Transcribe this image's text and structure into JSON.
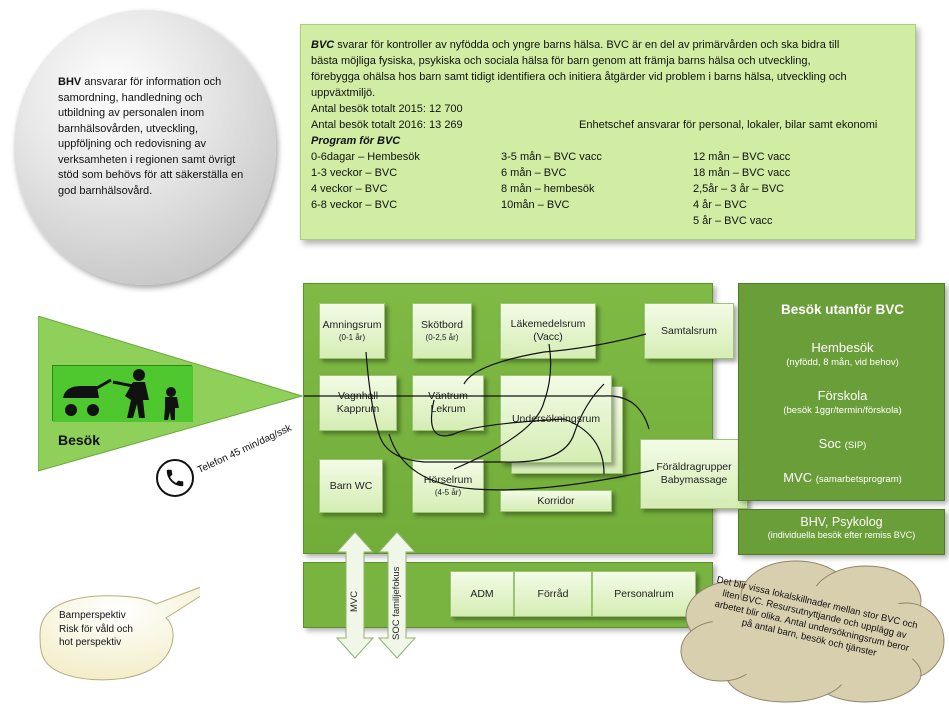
{
  "bhv": {
    "strong": "BHV",
    "text": " ansvarar för information och samordning, handledning och utbildning av personalen inom barnhälsovården, utveckling, uppföljning och redovisning av verksamheten i regionen samt övrigt stöd som behövs för att säkerställa en god barnhälsovård."
  },
  "bvc": {
    "strong": "BVC",
    "line1": " svarar för kontroller av nyfödda och yngre barns hälsa. BVC är en del av primärvården och ska bidra till",
    "line2": "bästa möjliga fysiska, psykiska och sociala hälsa för barn genom att främja barns hälsa och utveckling,",
    "line3": "förebygga ohälsa hos barn samt tidigt identifiera och initiera åtgärder vid problem i barns hälsa, utveckling och",
    "line4": "uppväxtmiljö.",
    "visits_2015": "Antal besök totalt 2015: 12 700",
    "visits_2016": "Antal besök totalt 2016: 13 269",
    "enhetschef": "Enhetschef ansvarar för personal, lokaler, bilar samt ekonomi",
    "program_title": "Program för  BVC",
    "program_col1": [
      "0-6dagar – Hembesök",
      "1-3 veckor – BVC",
      "4 veckor – BVC",
      "6-8 veckor – BVC"
    ],
    "program_col2": [
      "3-5 mån – BVC vacc",
      "6 mån – BVC",
      "8 mån – hembesök",
      "10mån – BVC"
    ],
    "program_col3": [
      "12 mån – BVC vacc",
      "18 mån – BVC vacc",
      "2,5år – 3 år – BVC",
      "4 år – BVC",
      "5 år – BVC vacc"
    ]
  },
  "besok_label": "Besök",
  "telefon": "Telefon 45 min/dag/ssk",
  "rooms": {
    "amningsrum": "Amningsrum",
    "amningsrum_sub": "(0-1 år)",
    "skotbord": "Skötbord",
    "skotbord_sub": "(0-2,5 år)",
    "lakemedelsrum": "Läkemedelsrum",
    "lakemedelsrum_sub": "(Vacc)",
    "samtalsrum": "Samtalsrum",
    "vagnhall": "Vagnhall",
    "kapprum": "Kapprum",
    "vantrum": "Väntrum",
    "lekrum": "Lekrum",
    "undersokningsrum": "Undersökningsrum",
    "barn_wc": "Barn WC",
    "horselrum": "Hörselrum",
    "horselrum_sub": "(4-5 år)",
    "korridor": "Korridor",
    "foraldragrupper": "Föräldragrupper",
    "babymassage": "Babymassage",
    "adm": "ADM",
    "forrad": "Förråd",
    "personalrum": "Personalrum"
  },
  "outside": {
    "title": "Besök utanför BVC",
    "hembesok": "Hembesök",
    "hembesok_sub": "(nyfödd, 8 mån, vid behov)",
    "forskola": "Förskola",
    "forskola_sub": "(besök 1ggr/termin/förskola)",
    "soc": "Soc",
    "soc_sub": "(SIP)",
    "mvc": "MVC",
    "mvc_sub": "(samarbetsprogram)"
  },
  "bhv_psykolog": {
    "title": "BHV, Psykolog",
    "sub": "(individuella besök efter remiss BVC)"
  },
  "arrows": {
    "mvc": "MVC",
    "soc": "SOC familjefokus"
  },
  "bubble": {
    "line1": "Barnperspektiv",
    "line2": "Risk för våld och",
    "line3": "hot perspektiv"
  },
  "cloud": {
    "text": "Det blir vissa lokalskillnader mellan stor BVC och liten BVC. Resursutnyttjande och upplägg av arbetet blir olika. Antal undersökningsrum beror på antal barn, besök och tjänster"
  },
  "colors": {
    "bvc_box": "#d0eda3",
    "plan_green": "#7fba45",
    "panel_green": "#6a9e38",
    "triangle_green": "#8ed05a"
  }
}
